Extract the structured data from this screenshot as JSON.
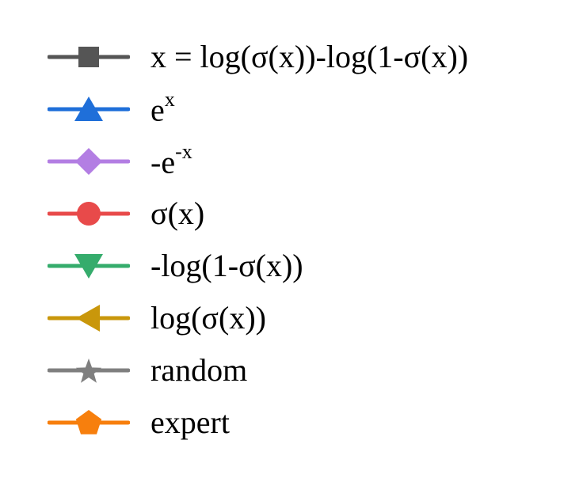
{
  "chart_data": {
    "type": "line",
    "legend_only": true,
    "series": [
      {
        "name": "x = log(σ(x))-log(1-σ(x))",
        "label_base": "x = log(σ(x))-log(1-σ(x))",
        "label_sup": "",
        "color": "#555555",
        "marker": "square-icon"
      },
      {
        "name": "e^x",
        "label_base": "e",
        "label_sup": "x",
        "color": "#1f6fd9",
        "marker": "triangle-up-icon"
      },
      {
        "name": "-e^-x",
        "label_base": "-e",
        "label_sup": "-x",
        "color": "#b37ee3",
        "marker": "diamond-icon"
      },
      {
        "name": "σ(x)",
        "label_base": "σ(x)",
        "label_sup": "",
        "color": "#e84a4a",
        "marker": "circle-icon"
      },
      {
        "name": "-log(1-σ(x))",
        "label_base": "-log(1-σ(x))",
        "label_sup": "",
        "color": "#35ac6c",
        "marker": "triangle-down-icon"
      },
      {
        "name": "log(σ(x))",
        "label_base": "log(σ(x))",
        "label_sup": "",
        "color": "#c9970b",
        "marker": "triangle-left-icon"
      },
      {
        "name": "random",
        "label_base": "random",
        "label_sup": "",
        "color": "#7f7f7f",
        "marker": "star-icon"
      },
      {
        "name": "expert",
        "label_base": "expert",
        "label_sup": "",
        "color": "#f77f0d",
        "marker": "pentagon-icon"
      }
    ]
  }
}
